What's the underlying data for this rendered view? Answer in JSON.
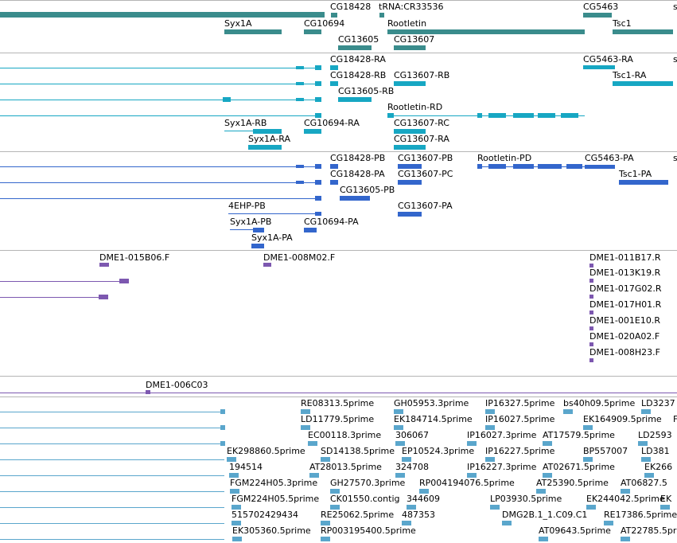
{
  "colors": {
    "gene": "#3a8c8c",
    "mrna_assembly": "#17a7c3",
    "mrna_release": "#3366cc",
    "cdna": "#7d58b0",
    "est": "#5aa6cc",
    "separator": "#b5b5b5"
  },
  "tracks": {
    "genes": {
      "labels": [
        "CG18428",
        "tRNA:CR33536",
        "CG5463",
        "Syx1A",
        "CG10694",
        "Rootletin",
        "Tsc1",
        "CG13605",
        "CG13607"
      ],
      "clipped_label": "s"
    },
    "assembly_transcripts": {
      "labels": [
        "CG18428-RA",
        "CG5463-RA",
        "CG18428-RB",
        "CG13607-RB",
        "Tsc1-RA",
        "CG13605-RB",
        "Rootletin-RD",
        "Syx1A-RB",
        "CG10694-RA",
        "CG13607-RC",
        "Syx1A-RA",
        "CG13607-RA"
      ],
      "clipped_label": "s"
    },
    "release_transcripts": {
      "labels": [
        "CG18428-PB",
        "CG13607-PB",
        "Rootletin-PD",
        "CG5463-PA",
        "CG18428-PA",
        "CG13607-PC",
        "Tsc1-PA",
        "CG13605-PB",
        "4EHP-PB",
        "CG13607-PA",
        "Syx1A-PB",
        "CG10694-PA",
        "Syx1A-PA"
      ],
      "clipped_label": "s"
    },
    "cdna_clones": {
      "labels": [
        "DME1-015B06.F",
        "DME1-008M02.F",
        "DME1-011B17.R",
        "DME1-013K19.R",
        "DME1-017G02.R",
        "DME1-017H01.R",
        "DME1-001E10.R",
        "DME1-020A02.F",
        "DME1-008H23.F"
      ]
    },
    "cdna_clones_2": {
      "labels": [
        "DME1-006C03"
      ]
    },
    "ests": {
      "labels": [
        "RE08313.5prime",
        "GH05953.3prime",
        "IP16327.5prime",
        "bs40h09.5prime",
        "LD3237",
        "LD11779.5prime",
        "EK184714.5prime",
        "IP16027.5prime",
        "EK164909.5prime",
        "F",
        "EC00118.3prime",
        "306067",
        "IP16027.3prime",
        "AT17579.5prime",
        "LD2593",
        "EK298860.5prime",
        "SD14138.5prime",
        "EP10524.3prime",
        "IP16227.5prime",
        "BP557007",
        "LD381",
        "194514",
        "AT28013.5prime",
        "324708",
        "IP16227.3prime",
        "AT02671.5prime",
        "EK266",
        "FGM224H05.3prime",
        "GH27570.3prime",
        "RP004194076.5prime",
        "AT25390.5prime",
        "AT06827.5",
        "FGM224H05.5prime",
        "CK01550.contig",
        "344609",
        "LP03930.5prime",
        "EK244042.5prime",
        "EK",
        "515702429434",
        "RE25062.5prime",
        "487353",
        "DMG2B.1_1.C09.C1",
        "RE17386.5prime",
        "EK305360.5prime",
        "RP003195400.5prime",
        "AT09643.5prime",
        "AT22785.5prime"
      ]
    }
  }
}
